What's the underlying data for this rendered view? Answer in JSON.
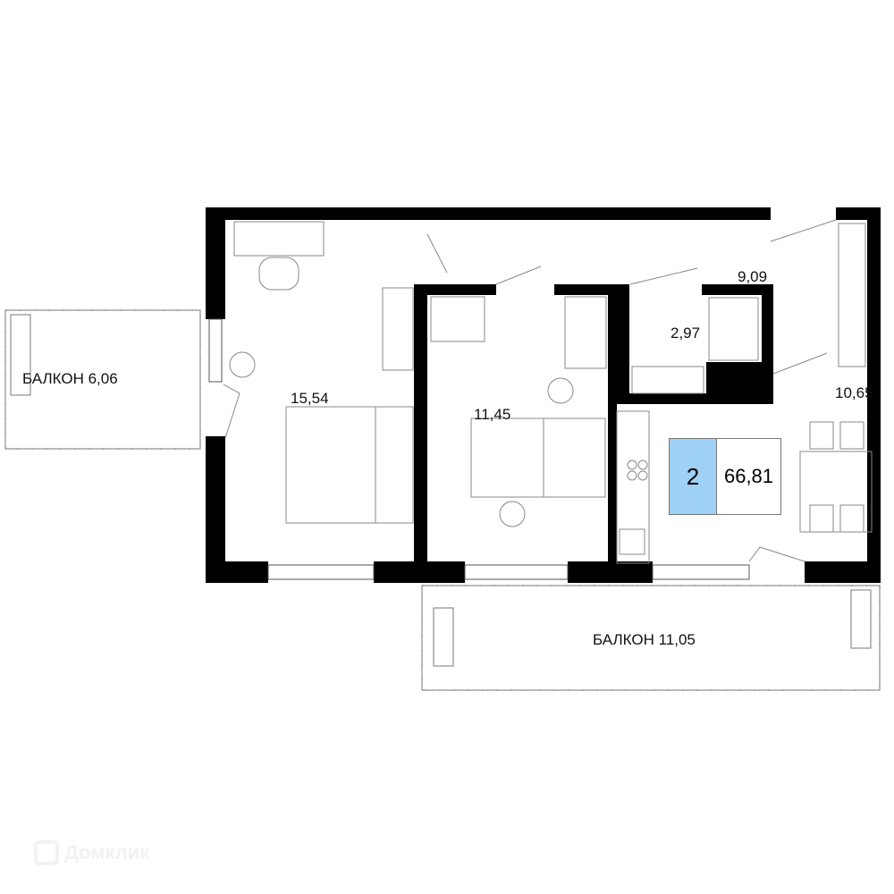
{
  "plan": {
    "total_area": "66,81",
    "rooms_count": "2",
    "badge_color": "#9fd0f5",
    "rooms": [
      {
        "label": "БАЛКОН 6,06"
      },
      {
        "label": "15,54"
      },
      {
        "label": "11,45"
      },
      {
        "label": "2,97"
      },
      {
        "label": "9,09"
      },
      {
        "label": "10,65"
      },
      {
        "label": "БАЛКОН 11,05"
      }
    ]
  },
  "watermark": {
    "text": "Домклик"
  }
}
